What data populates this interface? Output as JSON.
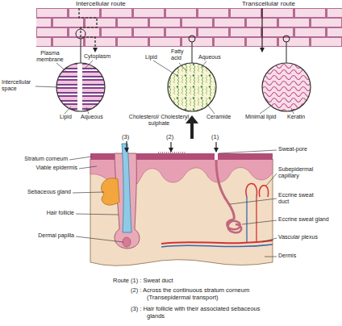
{
  "diagram": {
    "labels": [
      "Intercellular route",
      "Transcellular route",
      "Plasma membrane",
      "Cytoplasm",
      "Lipid",
      "Fatty acid",
      "Aqueous",
      "Intercellular space",
      "Lipid",
      "Aqueous",
      "Cholesterol/ Cholesteryl sulphate",
      "Ceramide",
      "Minimal lipid",
      "Keratin",
      "(3)",
      "(2)",
      "(1)",
      "Sweat-pore",
      "Stratum corneum",
      "Viable epidermis",
      "Subepidermal capillary",
      "Sebaceous gland",
      "Eccrine sweat duct",
      "Eccrine sweat gland",
      "Hair follicle",
      "Vascular plexus",
      "Dermal papilla",
      "Dermis",
      "Route (1) : Sweat duct",
      "(2) : Across the continuous stratum corneum (Transepidermal transport)",
      "(3) : Hair follicle with their associated sebaceous glands"
    ]
  }
}
